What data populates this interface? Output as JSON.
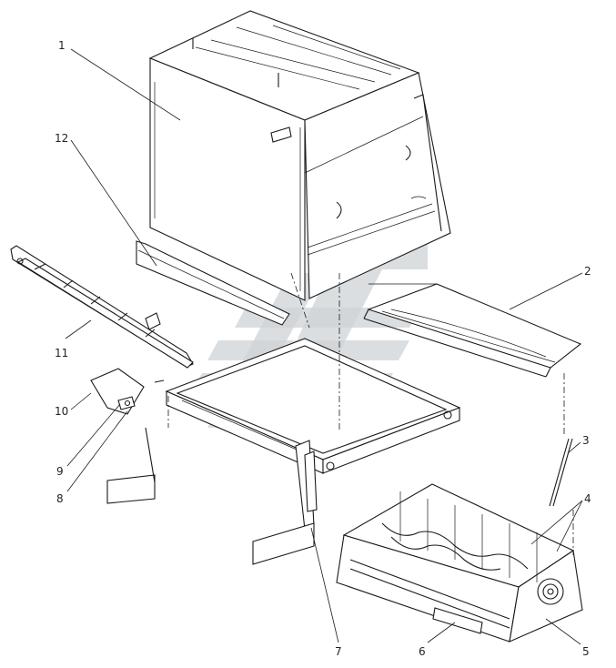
{
  "diagram": {
    "type": "exploded-assembly-drawing",
    "callouts": [
      {
        "id": "1",
        "label": "1"
      },
      {
        "id": "2",
        "label": "2"
      },
      {
        "id": "3",
        "label": "3"
      },
      {
        "id": "4",
        "label": "4"
      },
      {
        "id": "5",
        "label": "5"
      },
      {
        "id": "6",
        "label": "6"
      },
      {
        "id": "7",
        "label": "7"
      },
      {
        "id": "8",
        "label": "8"
      },
      {
        "id": "9",
        "label": "9"
      },
      {
        "id": "10",
        "label": "10"
      },
      {
        "id": "11",
        "label": "11"
      },
      {
        "id": "12",
        "label": "12"
      }
    ],
    "colors": {
      "line": "#1a1a1a",
      "watermark": "#cfd3d6",
      "background": "#ffffff"
    }
  }
}
